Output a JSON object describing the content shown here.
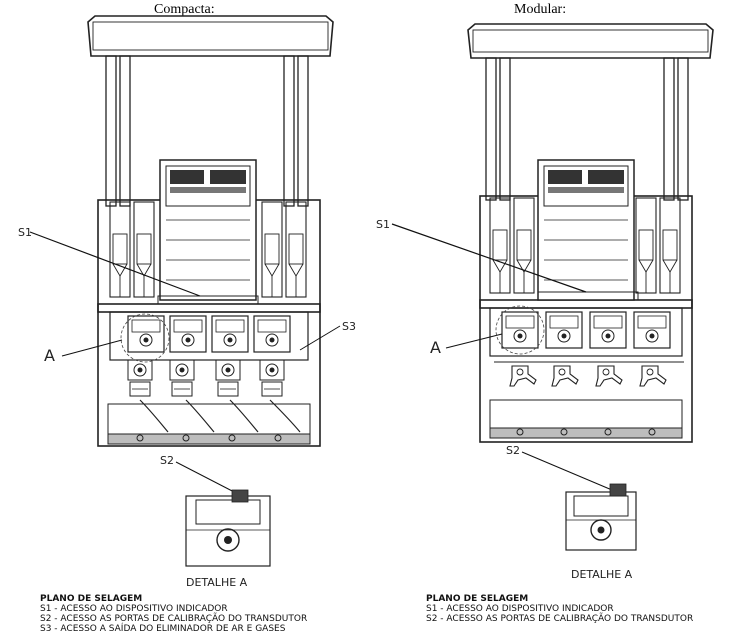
{
  "panels": {
    "left": {
      "title": "Compacta:",
      "labels": {
        "s1": "S1",
        "s2": "S2",
        "s3": "S3",
        "a": "A"
      },
      "detail_label": "DETALHE A",
      "plan_heading": "PLANO DE SELAGEM",
      "plan_lines": [
        "S1 - ACESSO AO DISPOSITIVO INDICADOR",
        "S2 - ACESSO AS PORTAS DE CALIBRAÇÃO DO TRANSDUTOR",
        "S3 - ACESSO A SAÍDA DO ELIMINADOR DE AR E GASES"
      ]
    },
    "right": {
      "title": "Modular:",
      "labels": {
        "s1": "S1",
        "s2": "S2",
        "a": "A"
      },
      "detail_label": "DETALHE A",
      "plan_heading": "PLANO DE SELAGEM",
      "plan_lines": [
        "S1 - ACESSO AO DISPOSITIVO INDICADOR",
        "S2 - ACESSO AS PORTAS DE CALIBRAÇÃO DO TRANSDUTOR"
      ]
    }
  }
}
